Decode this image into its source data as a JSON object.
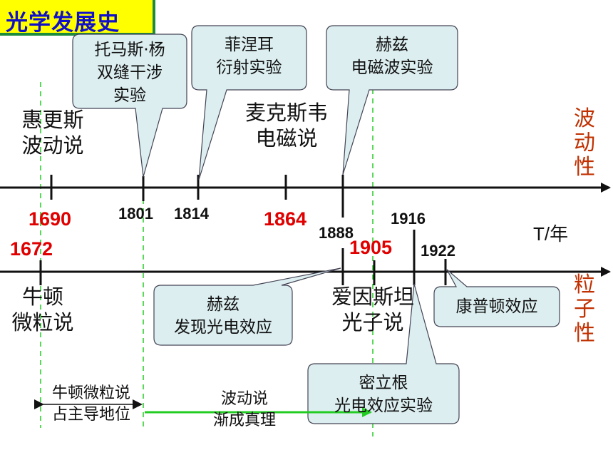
{
  "title": "光学发展史",
  "axis_unit": "T/年",
  "side_labels": {
    "wave": "波动性",
    "particle": "粒子性"
  },
  "upper_labels": {
    "huygens": [
      "惠更斯",
      "波动说"
    ],
    "maxwell": [
      "麦克斯韦",
      "电磁说"
    ]
  },
  "lower_labels": {
    "newton": [
      "牛顿",
      "微粒说"
    ],
    "einstein": [
      "爱因斯坦",
      "光子说"
    ]
  },
  "callouts": {
    "young": [
      "托马斯·杨",
      "双缝干涉",
      "实验"
    ],
    "fresnel": [
      "菲涅耳",
      "衍射实验"
    ],
    "hertz_wave": [
      "赫兹",
      "电磁波实验"
    ],
    "hertz_photo": [
      "赫兹",
      "发现光电效应"
    ],
    "compton": [
      "康普顿效应"
    ],
    "millikan": [
      "密立根",
      "光电效应实验"
    ]
  },
  "years": {
    "y1690": "1690",
    "y1672": "1672",
    "y1801": "1801",
    "y1814": "1814",
    "y1864": "1864",
    "y1888": "1888",
    "y1905": "1905",
    "y1916": "1916",
    "y1922": "1922"
  },
  "bottom": {
    "newton_dominant": [
      "牛顿微粒说",
      "占主导地位"
    ],
    "wave_truth": [
      "波动说",
      "渐成真理"
    ]
  },
  "colors": {
    "title_bg": "#ffff00",
    "title_text": "#1010c8",
    "red_year": "#e00000",
    "side_label": "#c03000",
    "callout_fill": "#dceef0",
    "guide_green": "#22cc22"
  }
}
